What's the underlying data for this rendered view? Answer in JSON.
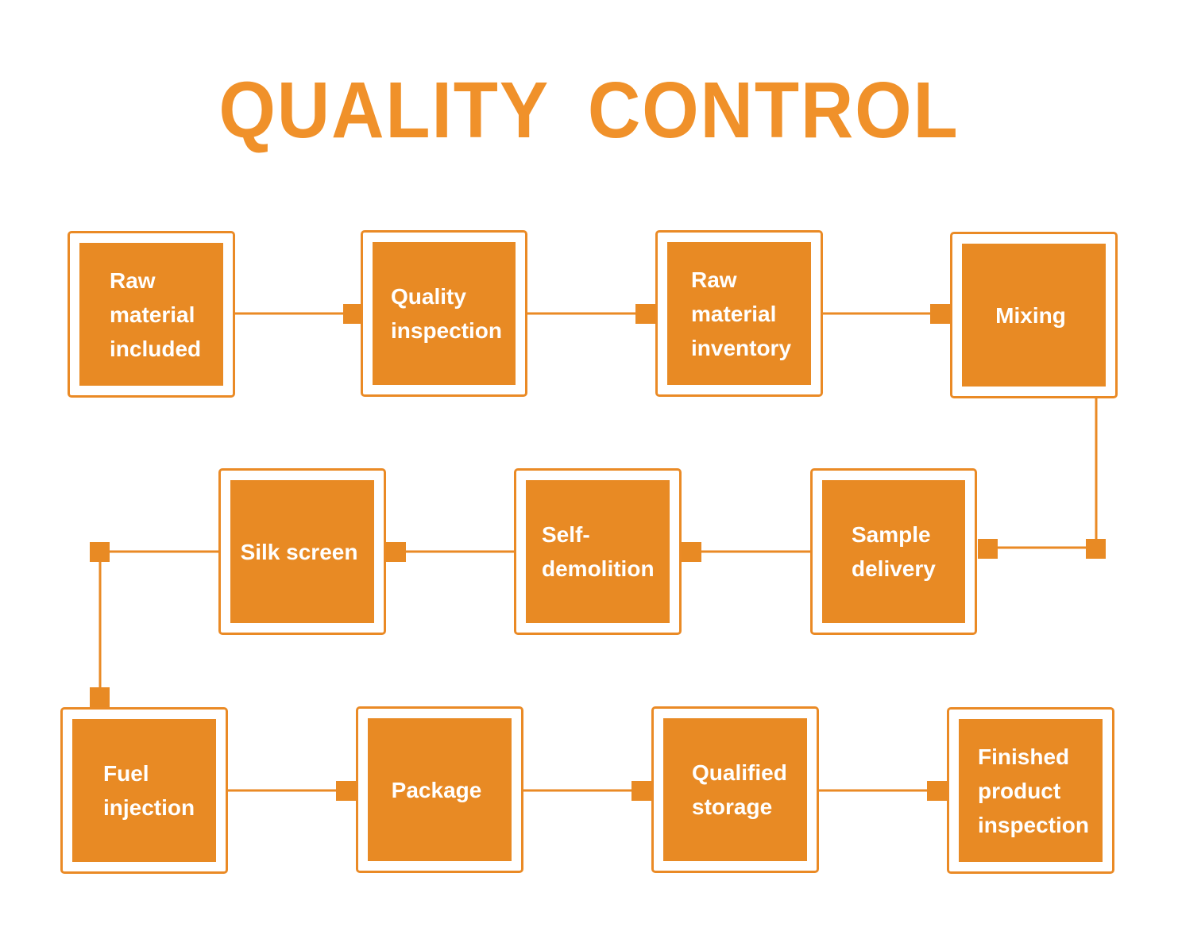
{
  "title": "QUALITY  CONTROL",
  "colors": {
    "accent": "#e88a24",
    "title": "#f0912a",
    "text_on_accent": "#ffffff",
    "background": "#ffffff"
  },
  "steps": [
    {
      "id": 1,
      "label": "Raw\nmaterial\nincluded"
    },
    {
      "id": 2,
      "label": "Quality\ninspection"
    },
    {
      "id": 3,
      "label": "Raw\nmaterial\ninventory"
    },
    {
      "id": 4,
      "label": "Mixing"
    },
    {
      "id": 5,
      "label": "Sample\ndelivery"
    },
    {
      "id": 6,
      "label": "Self-\ndemolition"
    },
    {
      "id": 7,
      "label": "Silk screen"
    },
    {
      "id": 8,
      "label": "Fuel\ninjection"
    },
    {
      "id": 9,
      "label": "Package"
    },
    {
      "id": 10,
      "label": "Qualified\nstorage"
    },
    {
      "id": 11,
      "label": "Finished\nproduct\ninspection"
    }
  ],
  "flow": [
    [
      1,
      2
    ],
    [
      2,
      3
    ],
    [
      3,
      4
    ],
    [
      4,
      5
    ],
    [
      5,
      6
    ],
    [
      6,
      7
    ],
    [
      7,
      8
    ],
    [
      8,
      9
    ],
    [
      9,
      10
    ],
    [
      10,
      11
    ]
  ]
}
